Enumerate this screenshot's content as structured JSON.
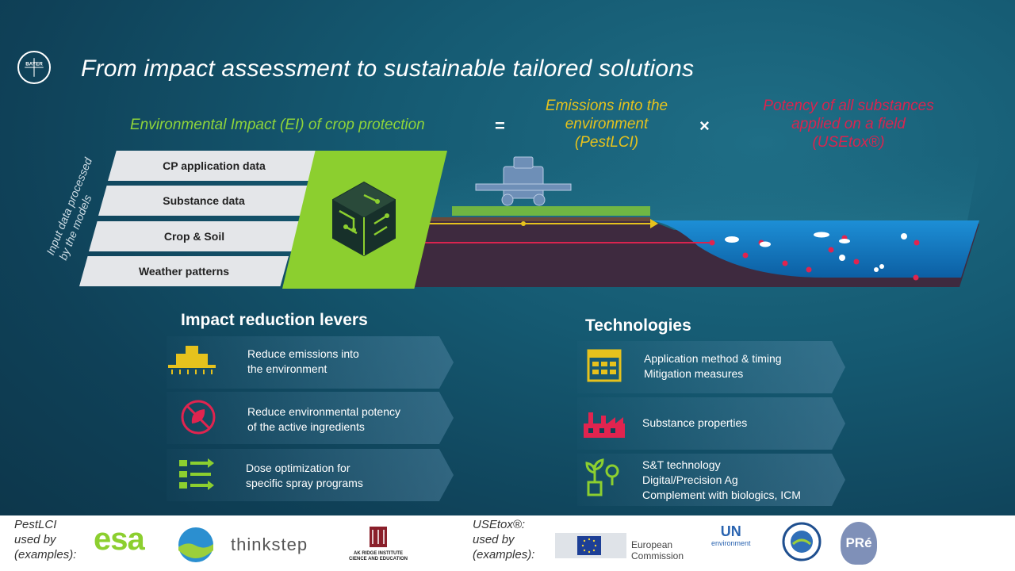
{
  "header": {
    "logo_text": "BAYER",
    "title": "From impact assessment to sustainable tailored solutions"
  },
  "equation": {
    "left": "Environmental Impact (EI) of crop protection",
    "equals": "=",
    "middle": [
      "Emissions into the",
      "environment",
      "(PestLCI)"
    ],
    "times": "×",
    "right": [
      "Potency of all substances",
      "applied on a field",
      "(USEtox®)"
    ]
  },
  "input": {
    "side_label": [
      "Input data processed",
      "by the models"
    ],
    "bars": [
      "CP application data",
      "Substance data",
      "Crop & Soil",
      "Weather patterns"
    ]
  },
  "levers": {
    "title": "Impact reduction levers",
    "items": [
      {
        "icon": "sprayer-icon",
        "lines": [
          "Reduce emissions into",
          "the environment"
        ]
      },
      {
        "icon": "no-leaf-icon",
        "lines": [
          "Reduce environmental  potency",
          "of the active ingredients"
        ]
      },
      {
        "icon": "dose-icon",
        "lines": [
          "Dose optimization  for",
          "specific spray programs"
        ]
      }
    ]
  },
  "technologies": {
    "title": "Technologies",
    "items": [
      {
        "icon": "calendar-icon",
        "lines": [
          "Application method & timing",
          "Mitigation measures"
        ]
      },
      {
        "icon": "factory-icon",
        "lines": [
          "Substance properties"
        ]
      },
      {
        "icon": "plant-tech-icon",
        "lines": [
          "S&T technology",
          "Digital/Precision Ag",
          "Complement with biologics, ICM"
        ]
      }
    ]
  },
  "footer": {
    "pestlci_label": [
      "PestLCI",
      "used by",
      "(examples):"
    ],
    "usetox_label": [
      "USEtox®:",
      "used by",
      "(examples):"
    ],
    "logos": {
      "esa": "esa",
      "thinkstep": "thinkstep",
      "ak_ridge": [
        "AK RIDGE INSTITUTE",
        "CIENCE AND EDUCATION"
      ],
      "ec": [
        "European",
        "Commission"
      ],
      "un": [
        "UN",
        "environment"
      ],
      "pre": "PRé"
    }
  },
  "colors": {
    "green": "#8ccf2f",
    "yellow": "#e6c21d",
    "red": "#d9244f",
    "background": "#155a72"
  }
}
